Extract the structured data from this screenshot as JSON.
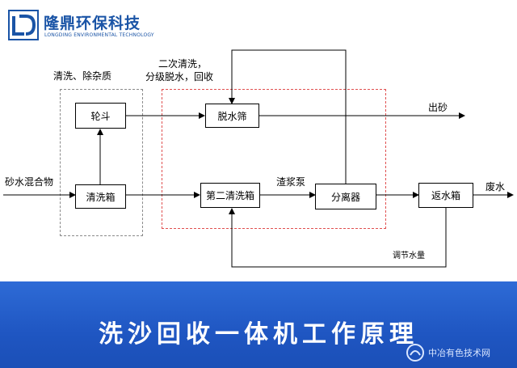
{
  "logo": {
    "name_cn": "隆鼎环保科技",
    "name_en": "LONGDING ENVIRONMENTAL TECHNOLOGY"
  },
  "diagram": {
    "notes": {
      "stage1": "清洗、除杂质",
      "stage2_line1": "二次清洗，",
      "stage2_line2": "分级脱水，回收"
    },
    "nodes": {
      "bucket_wheel": "轮斗",
      "washing_tank": "清洗箱",
      "dewatering_screen": "脱水筛",
      "second_washing_tank": "第二清洗箱",
      "separator": "分离器",
      "return_tank": "返水箱"
    },
    "labels": {
      "input": "砂水混合物",
      "sand_out": "出砂",
      "slurry_pump": "渣浆泵",
      "waste_water": "废水",
      "adjust_water": "调节水量"
    }
  },
  "banner": {
    "title": "洗沙回收一体机工作原理"
  },
  "footer": {
    "source": "中冶有色技术网"
  },
  "colors": {
    "brand_blue": "#1a54a6",
    "banner_blue": "#2161cc",
    "red_dash": "#e05050"
  }
}
